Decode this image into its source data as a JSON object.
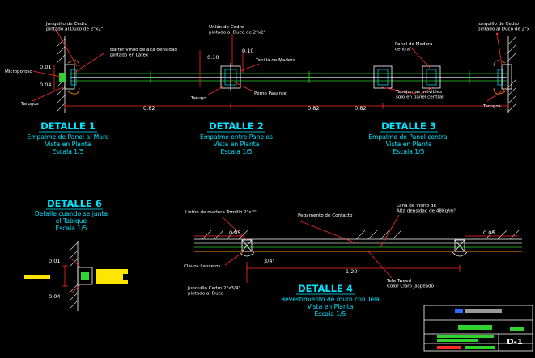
{
  "notes": {
    "junquillo_left": "Junquillo de Cedro\npintado al Duco de  2\"x2\"",
    "junquillo_right": "Junquillo de Cedro\npintado al Duco de  2\"x",
    "union_cedro": "Unión de Cedro\npintado al Duco de  2\"x2\"",
    "barrer_vinilo": "Barrer Vinilo de alta densidad\npintado en Latex",
    "panel_madera_central": "Panel de Madera\ncentral",
    "tapilla_madera": "Tapilla de Madera",
    "microporoso": "Microporoso",
    "tarugos_left": "Tarugos",
    "tarugos_right": "Tarugos",
    "tarugo_mid": "Tarugo",
    "perno_pasante": "Perno Pasante",
    "tapajuntas": "Tapajuntas movibles\nsolo en panel central",
    "listón": "Listón de madera Tornillo 2\"x2\"",
    "pegamento": "Pegamento de Contacto",
    "lana_vidrio": "Lana de Vidrio de\nAlta densidad de 48Kg/m³",
    "clavos": "Clavos Lanceros",
    "junquillo_d4": "Junquillo Cedro 2\"x3/4\"\npintado al Duco",
    "tela": "Tela Tweed\nColor Claro Jaspeado"
  },
  "dims": {
    "d001": "0.01",
    "d004": "0.04",
    "d010a": "0.10",
    "d010b": "0.10",
    "d082a": "0.82",
    "d082b": "0.82",
    "d082c": "0.82",
    "d6_001": "0.01",
    "d6_004": "0.04",
    "d4_005a": "0.05",
    "d4_005b": "0.05",
    "d4_34": "3/4\"",
    "d4_120": "1.20"
  },
  "details": {
    "d1": {
      "title": "DETALLE 1",
      "text": "Empalme de Panel al Muro\nVista en Planta\nEscala 1/5"
    },
    "d2": {
      "title": "DETALLE 2",
      "text": "Empalme entre Paneles\nVista en Planta\nEscala 1/5"
    },
    "d3": {
      "title": "DETALLE 3",
      "text": "Empalme de Panel central\nVista en Planta\nEscala 1/5"
    },
    "d6": {
      "title": "DETALLE 6",
      "text": "Detalle cuando se junta\nel Tabique\nEscala 1/5"
    },
    "d4": {
      "title": "DETALLE 4",
      "text": "Revestimiento de muro con Tela\nVista en Planta\nEscala 1/5"
    }
  },
  "title_block": {
    "sheet": "D-1"
  },
  "colors": {
    "background": "#000000",
    "titles": "#00e5ff",
    "dimension_lines": "#ff2a2a",
    "panels": "#2fd22f",
    "hatch": "#cfcfcf",
    "highlight": "#ffe600"
  }
}
